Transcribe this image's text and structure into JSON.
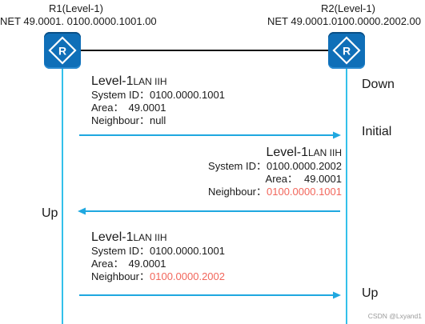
{
  "routers": {
    "r1": {
      "name": "R1(Level-1)",
      "net": "NET 49.0001. 0100.0000.1001.00",
      "icon": "router-icon"
    },
    "r2": {
      "name": "R2(Level-1)",
      "net": "NET 49.0001.0100.0000.2002.00",
      "icon": "router-icon"
    }
  },
  "states": {
    "r2_down": "Down",
    "r2_initial": "Initial",
    "r1_up": "Up",
    "r2_up": "Up"
  },
  "messages": [
    {
      "title": "Level-1",
      "title_sub": "LAN IIH",
      "system_id_label": "System ID：",
      "system_id": "0100.0000.1001",
      "area_label": "Area：",
      "area": "49.0001",
      "neighbour_label": "Neighbour：",
      "neighbour": "null",
      "direction": "R1 to R2"
    },
    {
      "title": "Level-1",
      "title_sub": "LAN IIH",
      "system_id_label": "System ID：",
      "system_id": "0100.0000.2002",
      "area_label": "Area：",
      "area": "49.0001",
      "neighbour_label": "Neighbour：",
      "neighbour": "0100.0000.1001",
      "direction": "R2 to R1"
    },
    {
      "title": "Level-1",
      "title_sub": "LAN IIH",
      "system_id_label": "System ID：",
      "system_id": "0100.0000.1001",
      "area_label": "Area：",
      "area": "49.0001",
      "neighbour_label": "Neighbour：",
      "neighbour": "0100.0000.2002",
      "direction": "R1 to R2"
    }
  ],
  "colors": {
    "router": "#0f6fb8",
    "lifeline": "#33c0ea",
    "arrow": "#1fa8e0",
    "highlight": "#f2665b"
  },
  "watermark": "CSDN @Lxyand1"
}
